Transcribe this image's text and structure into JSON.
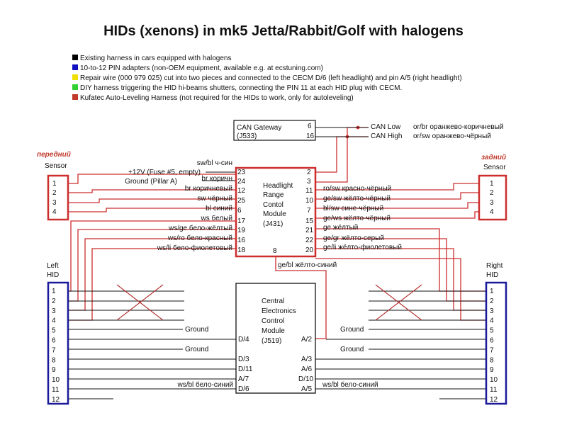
{
  "title": "HIDs (xenons) in mk5 Jetta/Rabbit/Golf with halogens",
  "legend": [
    {
      "color": "#000000",
      "text": "Existing harness in cars equipped with halogens"
    },
    {
      "color": "#1010c0",
      "text": "10-to-12 PIN adapters (non-OEM equipment, available e.g. at ecstuning.com)"
    },
    {
      "color": "#f0e000",
      "text": "Repair wire (000 979 025) cut into two pieces and connected to the CECM D/6 (left headlight) and pin A/5 (right headlight)"
    },
    {
      "color": "#30d030",
      "text": "DIY harness triggering the HID hi-beams shutters, connecting the PIN 11 at each HID plug with CECM."
    },
    {
      "color": "#c0392b",
      "text": "Kufatec Auto-Leveling Harness (not required for the HIDs to work, only for autoleveling)"
    }
  ],
  "colors": {
    "red": "#cc2e2e",
    "blue": "#1a1a9a",
    "black": "#111111"
  },
  "can_gateway": {
    "name": "CAN Gateway",
    "code": "(J533)",
    "pin_low": "6",
    "pin_high": "16",
    "label_low": "CAN Low",
    "label_high": "CAN High",
    "wire_low": "or/br оранжево-коричневый",
    "wire_high": "or/sw оранжево-чёрный"
  },
  "front_sensor": {
    "title": "передний",
    "label": "Sensor",
    "pins": [
      "1",
      "2",
      "3",
      "4"
    ]
  },
  "rear_sensor": {
    "title": "задний",
    "label": "Sensor",
    "pins": [
      "1",
      "2",
      "3",
      "4"
    ]
  },
  "hrcm": {
    "lines": [
      "Headlight",
      "Range",
      "Contol",
      "Module",
      "(J431)"
    ],
    "left_pins": [
      "23",
      "24",
      "12",
      "25",
      "6",
      "17",
      "19",
      "16",
      "18"
    ],
    "right_pins": [
      "2",
      "3",
      "11",
      "10",
      "7",
      "15",
      "21",
      "22",
      "20"
    ],
    "bottom_pin": "8",
    "left_wires": [
      "sw/bl ч-син",
      "+12V (Fuse #5, empty)",
      "Ground (Pillar A)",
      "br коричневый",
      "sw чёрный",
      "bl синий",
      "ws белый",
      "ws/ge бело-жёлтый",
      "ws/ro бело-красный",
      "ws/li бело-фиолетовый"
    ],
    "br_top": "br коричн",
    "right_wires": [
      "ro/sw красно-чёрный",
      "ge/sw жёлто-чёрный",
      "bl/sw сине-чёрный",
      "ge/ws жёлто-чёрный",
      "ge жёлтый",
      "ge/gr жёлто-серый",
      "ge/li жёлто-фиолетовый"
    ],
    "bottom_wire": "ge/bl жёлто-синий"
  },
  "cecm": {
    "lines": [
      "Central",
      "Electronics",
      "Control",
      "Module",
      "(J519)"
    ],
    "left_pins": [
      "D/4",
      "D/3",
      "D/11",
      "A/7",
      "D/6"
    ],
    "right_pins": [
      "A/2",
      "A/3",
      "A/6",
      "D/10",
      "A/5"
    ],
    "left_wire_bottom": "ws/bl бело-синий",
    "right_wire_bottom": "ws/bl бело-синий"
  },
  "left_hid": {
    "label1": "Left",
    "label2": "HID",
    "pins": [
      "1",
      "2",
      "3",
      "4",
      "5",
      "6",
      "7",
      "8",
      "9",
      "10",
      "11",
      "12"
    ]
  },
  "right_hid": {
    "label1": "Right",
    "label2": "HID",
    "pins": [
      "1",
      "2",
      "3",
      "4",
      "5",
      "6",
      "7",
      "8",
      "9",
      "10",
      "11",
      "12"
    ]
  },
  "ground": "Ground"
}
